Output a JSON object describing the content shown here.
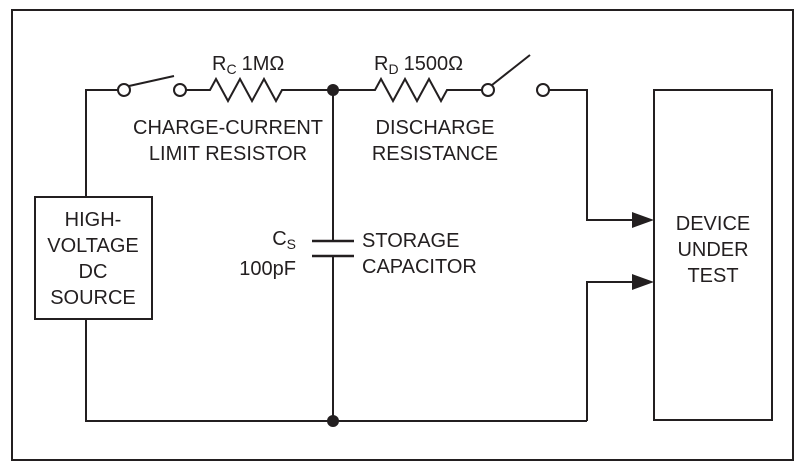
{
  "colors": {
    "line": "#231f20",
    "background": "#ffffff"
  },
  "source": {
    "lines": [
      "HIGH-",
      "VOLTAGE",
      "DC",
      "SOURCE"
    ]
  },
  "dut": {
    "lines": [
      "DEVICE",
      "UNDER",
      "TEST"
    ]
  },
  "rc": {
    "symbol": "R",
    "subscript": "C",
    "value": "1MΩ",
    "desc_lines": [
      "CHARGE-CURRENT",
      "LIMIT RESISTOR"
    ]
  },
  "rd": {
    "symbol": "R",
    "subscript": "D",
    "value": "1500Ω",
    "desc_lines": [
      "DISCHARGE",
      "RESISTANCE"
    ]
  },
  "cs": {
    "symbol": "C",
    "subscript": "S",
    "value": "100pF",
    "desc_lines": [
      "STORAGE",
      "CAPACITOR"
    ]
  }
}
